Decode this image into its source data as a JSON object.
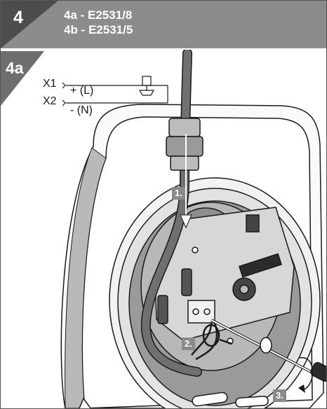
{
  "step": {
    "number": "4"
  },
  "header": {
    "line1": "4a - E2531/8",
    "line2": "4b - E2531/5"
  },
  "substep": {
    "label": "4a"
  },
  "wiring": {
    "x1": "X1",
    "x2": "X2",
    "plus": "+ (L)",
    "minus": "- (N)"
  },
  "callouts": {
    "one": "1.",
    "two": "2.",
    "three": "3."
  },
  "colors": {
    "header_bar": "#8c8c8c",
    "step_tab": "#4d4d4d",
    "callout_box": "#8a8a8a",
    "cable": "#707070"
  }
}
